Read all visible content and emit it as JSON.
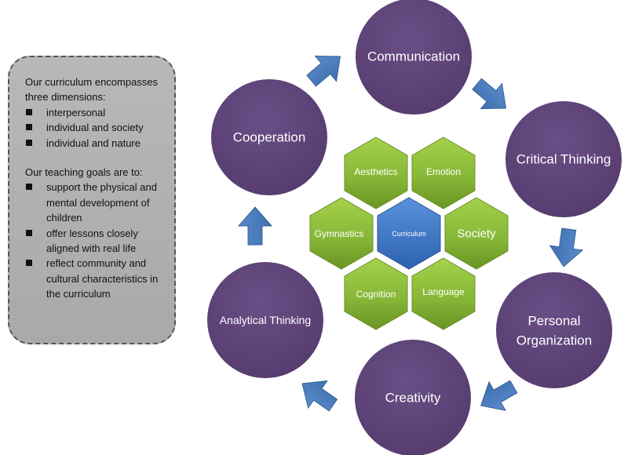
{
  "sidebar": {
    "intro": "Our curriculum encompasses three dimensions:",
    "dimensions": [
      "interpersonal",
      "individual and society",
      "individual and nature"
    ],
    "goals_intro": "Our teaching goals are to:",
    "goals": [
      "support the physical and mental development of children",
      "offer lessons closely aligned with real life",
      "reflect community and cultural characteristics in the curriculum"
    ]
  },
  "cycle": {
    "communication": "Communication",
    "critical_thinking": "Critical Thinking",
    "personal_organization_1": "Personal",
    "personal_organization_2": "Organization",
    "creativity": "Creativity",
    "analytical_thinking": "Analytical Thinking",
    "cooperation": "Cooperation"
  },
  "hexagons": {
    "center": "Curriculum",
    "aesthetics": "Aesthetics",
    "emotion": "Emotion",
    "gymnastics": "Gymnastics",
    "society": "Society",
    "cognition": "Cognition",
    "language": "Language"
  },
  "colors": {
    "circle_fill": "#5e4478",
    "hex_green": "#8dbb3a",
    "hex_blue": "#3a74c6",
    "arrow_blue": "#4a7ebb",
    "box_gray": "#a9a9a9"
  }
}
